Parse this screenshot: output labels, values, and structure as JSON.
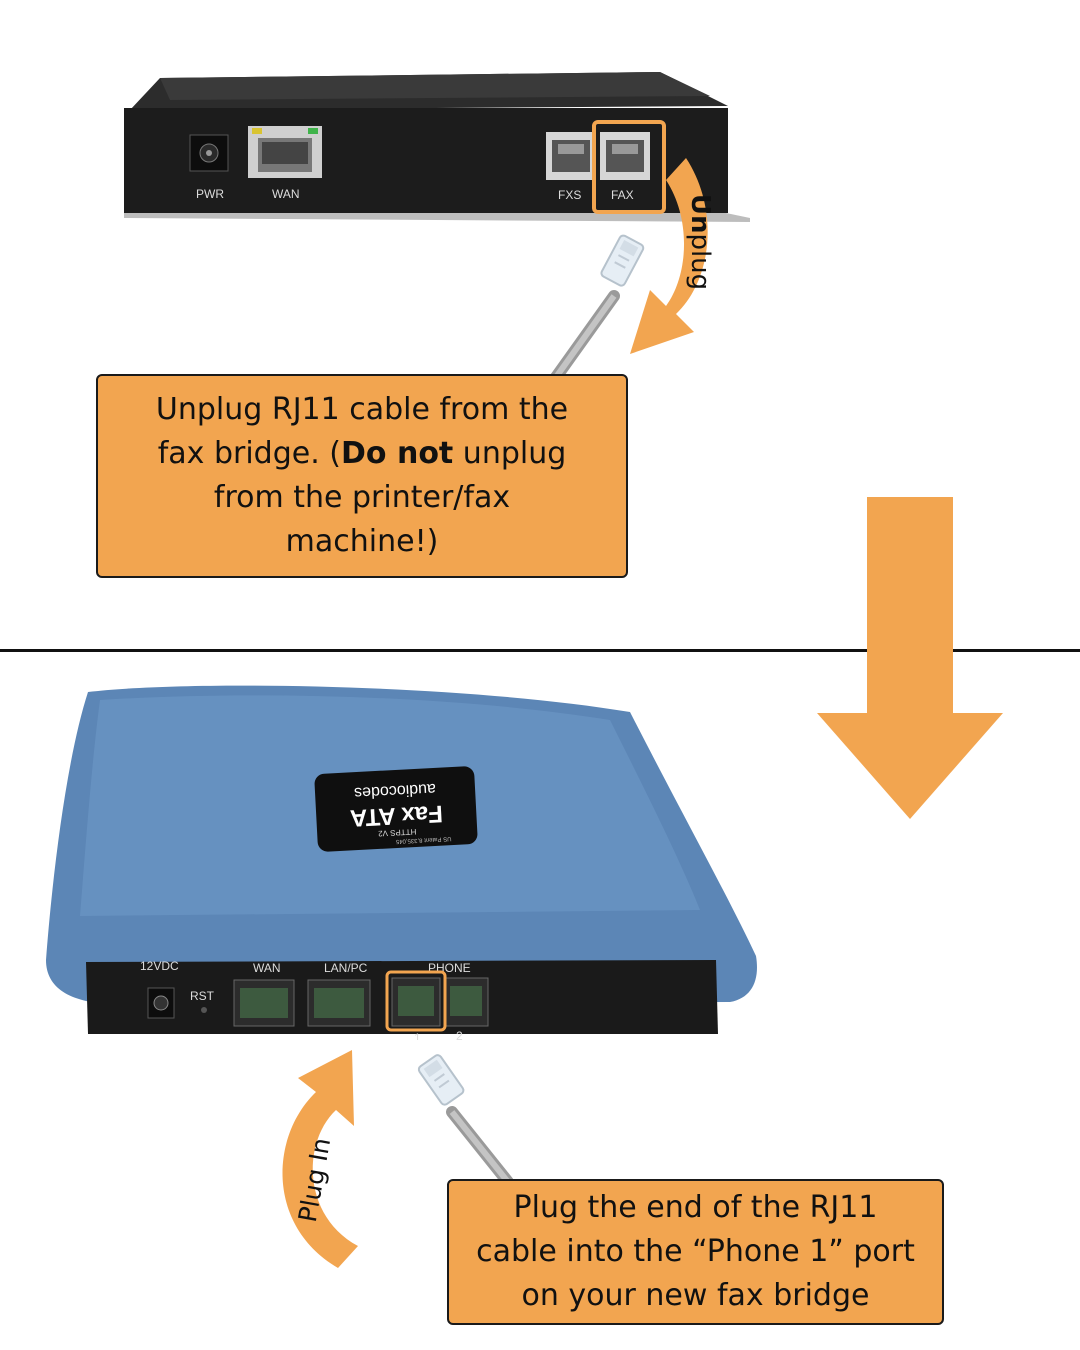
{
  "top_device": {
    "port_labels": [
      "PWR",
      "WAN",
      "FXS",
      "FAX"
    ]
  },
  "unplug_arrow": {
    "label_bold": "Un",
    "label_rest": "plug"
  },
  "top_callout": {
    "line1": "Unplug RJ11 cable from the",
    "line2_pre": "fax bridge. (",
    "line2_bold": "Do not",
    "line2_post": " unplug",
    "line3": "from the printer/fax",
    "line4": "machine!)"
  },
  "bottom_device": {
    "brand": "audiocodes",
    "model": "Fax ATA",
    "model_sub": "HTTPS V2",
    "patent": "US Patent 8,335,045",
    "rear_labels": {
      "power": "12VDC",
      "reset": "RST",
      "wan": "WAN",
      "lan": "LAN/PC",
      "phone": "PHONE",
      "phone1": "1",
      "phone2": "2"
    }
  },
  "plug_arrow": {
    "label": "Plug In"
  },
  "bottom_callout": {
    "line1": "Plug the end of the RJ11",
    "line2": "cable into the “Phone 1” port",
    "line3": "on your new fax bridge"
  },
  "colors": {
    "accent": "#f2a550",
    "device_top": "#1c1c1c",
    "device_bottom": "#5c86b6",
    "divider": "#111111"
  }
}
